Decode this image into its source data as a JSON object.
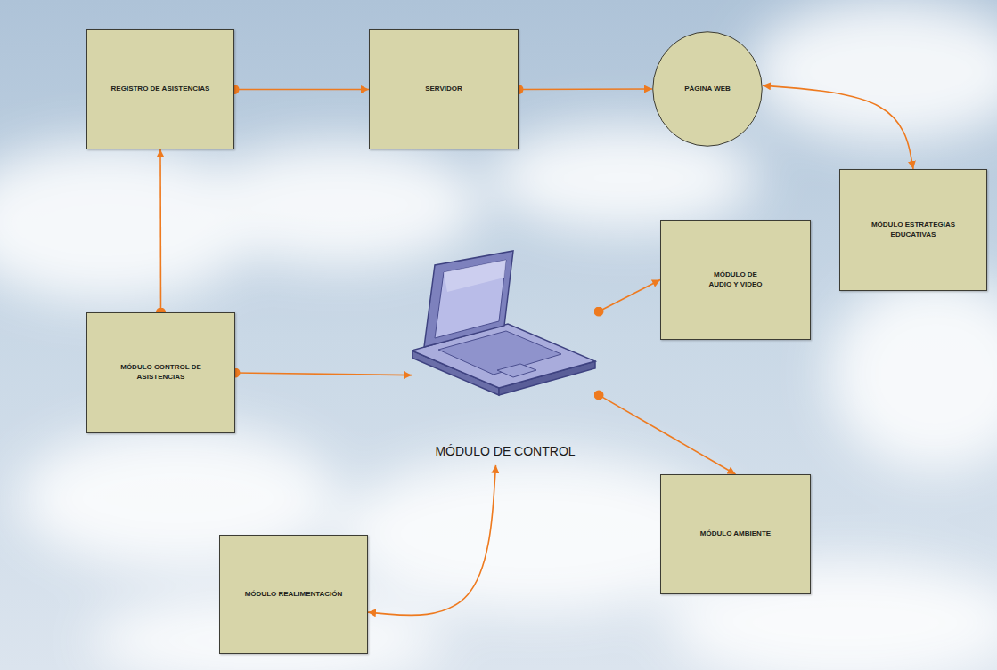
{
  "diagram": {
    "nodes": [
      {
        "text": [
          "REGISTRO DE ASISTENCIAS"
        ]
      },
      {
        "text": [
          "SERVIDOR"
        ]
      },
      {
        "text": [
          "PÁGINA WEB"
        ]
      },
      {
        "text": [
          "MÓDULO ESTRATEGIAS EDUCATIVAS"
        ]
      },
      {
        "text": [
          "MÓDULO DE AUDIO Y VIDEO"
        ]
      },
      {
        "text": [
          "MÓDULO CONTROL DE ASISTENCIAS"
        ]
      },
      {
        "text": [
          "MÓDULO DE CONTROL"
        ]
      },
      {
        "text": [
          "MÓDULO AMBIENTE"
        ]
      },
      {
        "text": [
          "MÓDULO REALIMENTACIÓN"
        ]
      }
    ],
    "edges": [
      {
        "from": 0,
        "to": 1,
        "arrow": "to"
      },
      {
        "from": 1,
        "to": 2,
        "arrow": "to"
      },
      {
        "from": 2,
        "to": 3,
        "arrow": "both"
      },
      {
        "from": 5,
        "to": 0,
        "arrow": "to"
      },
      {
        "from": 5,
        "to": 6,
        "arrow": "to"
      },
      {
        "from": 6,
        "to": 4,
        "arrow": "to"
      },
      {
        "from": 6,
        "to": 7,
        "arrow": "to"
      },
      {
        "from": 8,
        "to": 6,
        "arrow": "both"
      }
    ]
  }
}
